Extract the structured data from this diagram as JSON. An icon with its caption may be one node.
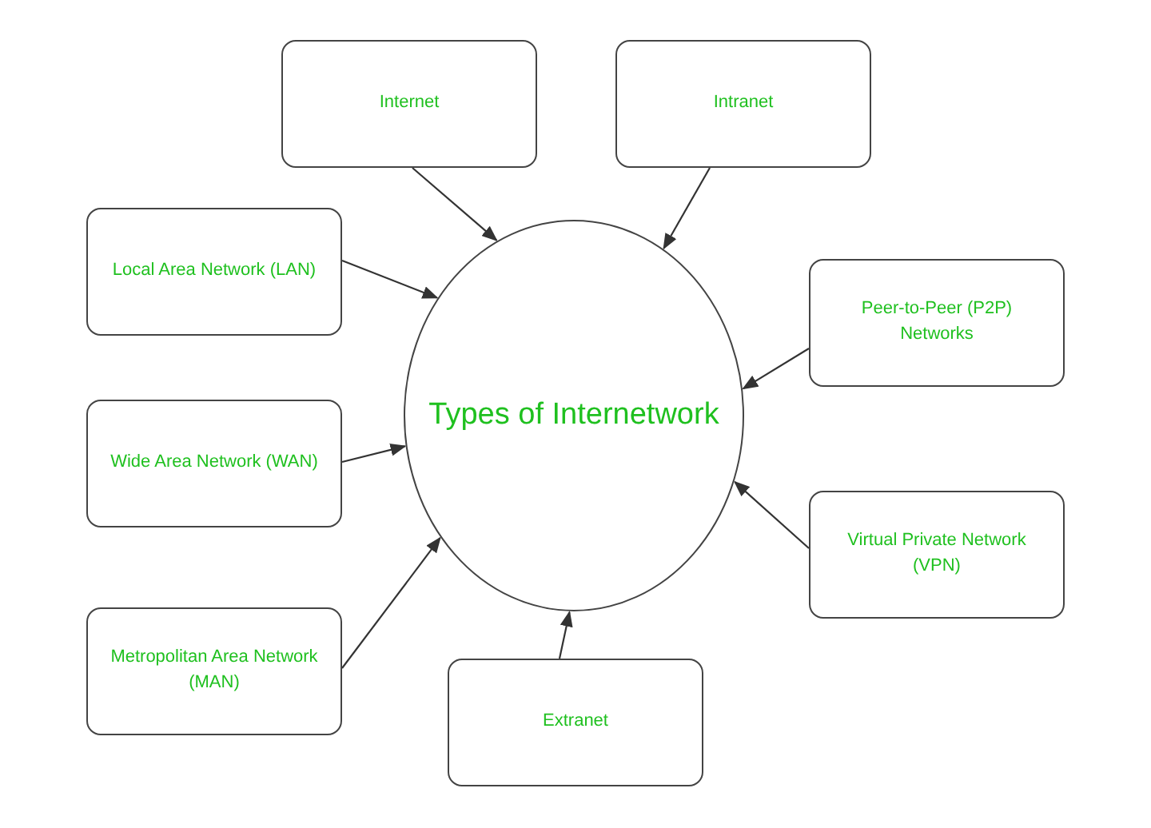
{
  "diagram": {
    "nodes": [
      {
        "text": [
          "Types of Internetwork"
        ]
      },
      {
        "text": [
          "Internet"
        ]
      },
      {
        "text": [
          "Intranet"
        ]
      },
      {
        "text": [
          "Local Area Network (LAN)"
        ]
      },
      {
        "text": [
          "Peer-to-Peer (P2P) Networks"
        ]
      },
      {
        "text": [
          "Wide Area Network (WAN)"
        ]
      },
      {
        "text": [
          "Virtual Private Network (VPN)"
        ]
      },
      {
        "text": [
          "Metropolitan Area Network (MAN)"
        ]
      },
      {
        "text": [
          "Extranet"
        ]
      }
    ],
    "edges": [
      {
        "from": 1,
        "to": 0,
        "arrow": "to"
      },
      {
        "from": 2,
        "to": 0,
        "arrow": "to"
      },
      {
        "from": 3,
        "to": 0,
        "arrow": "to"
      },
      {
        "from": 4,
        "to": 0,
        "arrow": "to"
      },
      {
        "from": 5,
        "to": 0,
        "arrow": "to"
      },
      {
        "from": 6,
        "to": 0,
        "arrow": "to"
      },
      {
        "from": 7,
        "to": 0,
        "arrow": "to"
      },
      {
        "from": 8,
        "to": 0,
        "arrow": "to"
      }
    ]
  }
}
